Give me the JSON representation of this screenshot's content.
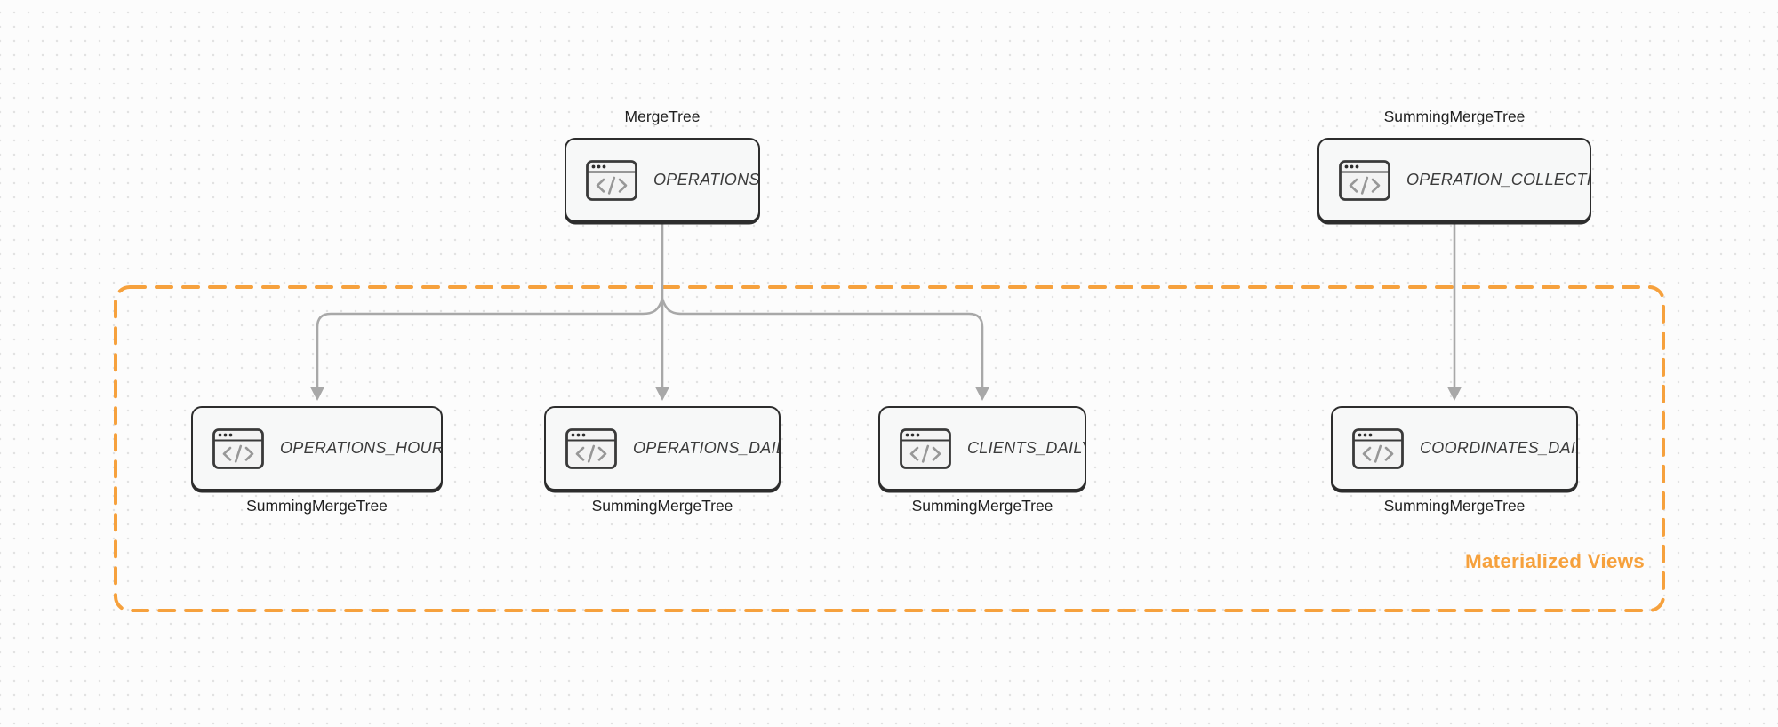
{
  "diagram": {
    "group": {
      "label": "Materialized Views",
      "border_color": "#F6A13D",
      "label_color": "#F6A13D"
    },
    "nodes": [
      {
        "id": "operations",
        "label": "OPERATIONS",
        "engine": "MergeTree",
        "engine_position": "top"
      },
      {
        "id": "operation_collection",
        "label": "OPERATION_COLLECTION",
        "engine": "SummingMergeTree",
        "engine_position": "top"
      },
      {
        "id": "operations_hourly",
        "label": "OPERATIONS_HOURLY",
        "engine": "SummingMergeTree",
        "engine_position": "bottom"
      },
      {
        "id": "operations_daily",
        "label": "OPERATIONS_DAILY",
        "engine": "SummingMergeTree",
        "engine_position": "bottom"
      },
      {
        "id": "clients_daily",
        "label": "CLIENTS_DAILY",
        "engine": "SummingMergeTree",
        "engine_position": "bottom"
      },
      {
        "id": "coordinates_daily",
        "label": "COORDINATES_DAILY",
        "engine": "SummingMergeTree",
        "engine_position": "bottom"
      }
    ],
    "edges": [
      {
        "from": "operations",
        "to": "operations_hourly"
      },
      {
        "from": "operations",
        "to": "operations_daily"
      },
      {
        "from": "operations",
        "to": "clients_daily"
      },
      {
        "from": "operation_collection",
        "to": "coordinates_daily"
      }
    ],
    "colors": {
      "edge": "#A8A8A8",
      "node_border": "#2D2D2D",
      "node_fill": "#F7F8F8",
      "icon_glyph": "#979797",
      "background_dot": "#E2E2E2"
    },
    "icon_name": "code-window-icon"
  }
}
